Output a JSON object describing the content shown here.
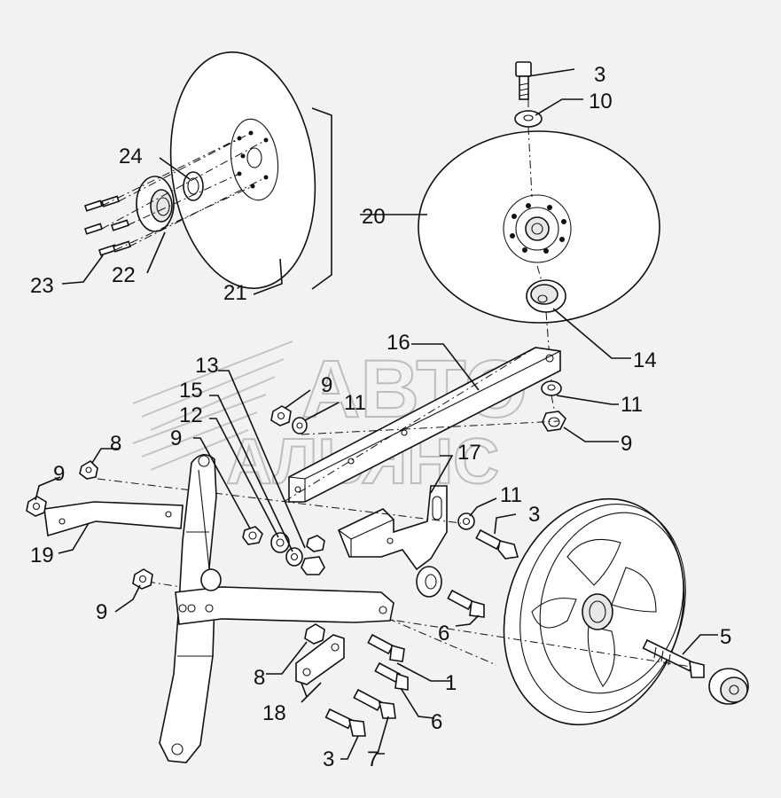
{
  "watermark": {
    "line1": "АВТО",
    "line2": "АЛЬЯНС"
  },
  "labels": {
    "l1": "1",
    "l3a": "3",
    "l3b": "3",
    "l3c": "3",
    "l5": "5",
    "l6a": "6",
    "l6b": "6",
    "l7": "7",
    "l8a": "8",
    "l8b": "8",
    "l9a": "9",
    "l9b": "9",
    "l9c": "9",
    "l9d": "9",
    "l9e": "9",
    "l10": "10",
    "l11a": "11",
    "l11b": "11",
    "l11c": "11",
    "l12": "12",
    "l13": "13",
    "l14": "14",
    "l15": "15",
    "l16": "16",
    "l17": "17",
    "l18": "18",
    "l19": "19",
    "l20": "20",
    "l21": "21",
    "l22": "22",
    "l23": "23",
    "l24": "24"
  },
  "icons": {
    "disc": "disc-blade",
    "wheel": "gauge-wheel",
    "hub": "bearing-hub"
  }
}
